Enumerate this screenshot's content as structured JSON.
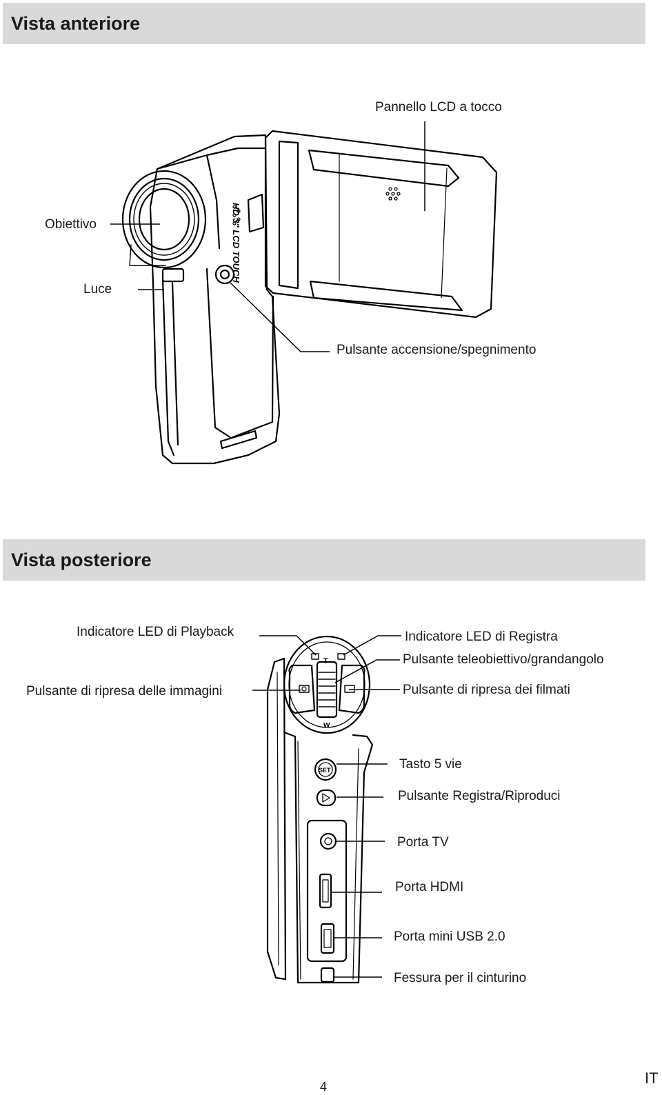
{
  "front_view": {
    "title": "Vista anteriore",
    "callouts": {
      "lcd": "Pannello LCD a tocco",
      "lens": "Obiettivo",
      "light": "Luce",
      "power": "Pulsante accensione/spegnimento"
    },
    "device_text": "HD 3\" LCD TOUCH"
  },
  "rear_view": {
    "title": "Vista posteriore",
    "callouts": {
      "playback_led": "Indicatore LED di Playback",
      "photo_button": "Pulsante di ripresa delle immagini",
      "record_led": "Indicatore LED di Registra",
      "zoom_button": "Pulsante teleobiettivo/grandangolo",
      "video_button": "Pulsante di ripresa dei filmati",
      "five_way": "Tasto 5 vie",
      "rec_play_button": "Pulsante Registra/Riproduci",
      "tv_port": "Porta TV",
      "hdmi_port": "Porta HDMI",
      "usb_port": "Porta mini USB 2.0",
      "strap_slot": "Fessura per il cinturino"
    },
    "device_labels": {
      "tele": "T",
      "wide": "W",
      "set": "SET"
    }
  },
  "footer": {
    "page_number": "4",
    "language": "IT"
  }
}
